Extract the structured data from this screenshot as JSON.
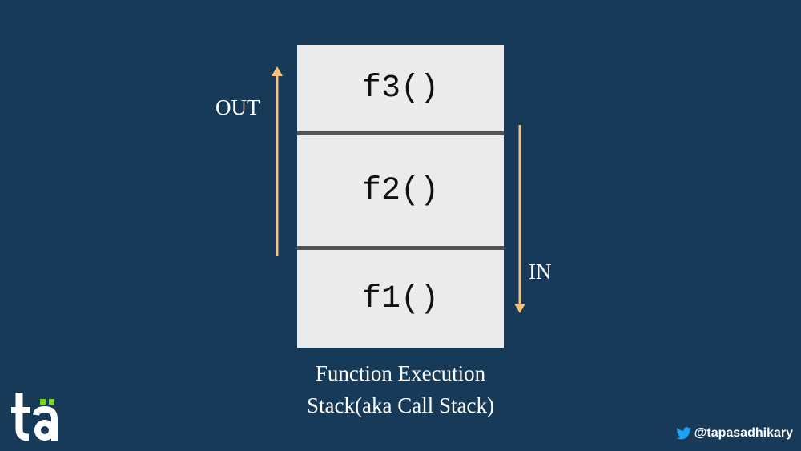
{
  "stack": {
    "frames": {
      "top": "f3()",
      "middle": "f2()",
      "bottom": "f1()"
    }
  },
  "arrows": {
    "out_label": "OUT",
    "in_label": "IN",
    "color": "#f3c27c"
  },
  "caption": {
    "line1": "Function Execution",
    "line2": "Stack(aka Call Stack)"
  },
  "branding": {
    "logo_icon": "ta-logo-icon",
    "twitter_handle": "@tapasadhikary",
    "twitter_icon": "twitter-bird-icon"
  },
  "colors": {
    "background": "#173a58",
    "stack_fill": "#ebebeb",
    "divider": "#555555",
    "logo_accent": "#7ed321",
    "twitter_blue": "#1da1f2"
  }
}
